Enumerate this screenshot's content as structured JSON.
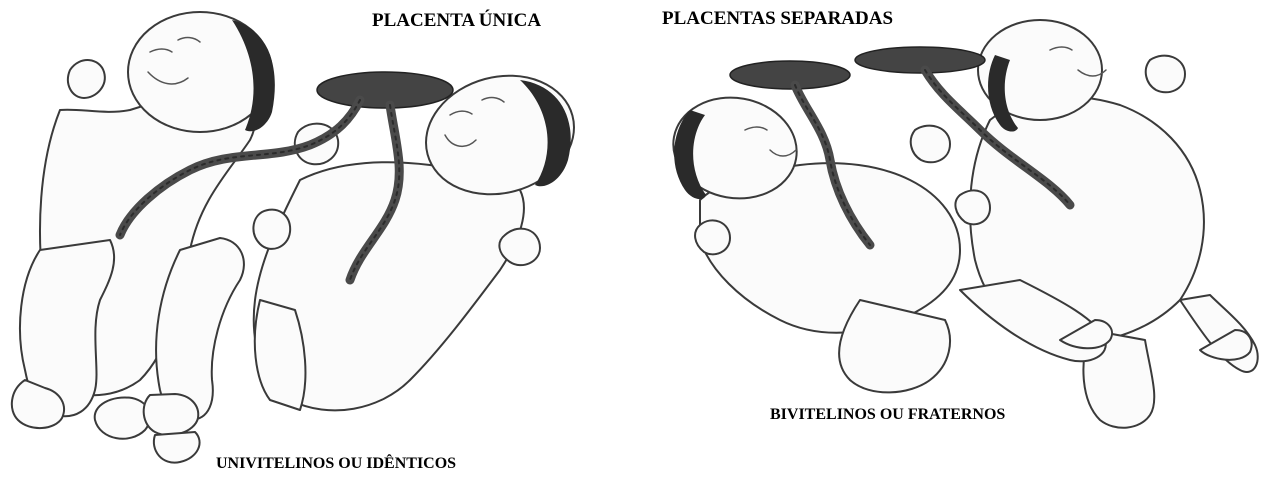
{
  "labels": {
    "single_placenta": "PLACENTA ÚNICA",
    "separate_placentas": "PLACENTAS SEPARADAS",
    "identical": "UNIVITELINOS OU IDÊNTICOS",
    "fraternal": "BIVITELINOS OU FRATERNOS"
  },
  "colors": {
    "ink": "#000000",
    "cord": "#4a4a4a",
    "placenta": "#444444"
  }
}
